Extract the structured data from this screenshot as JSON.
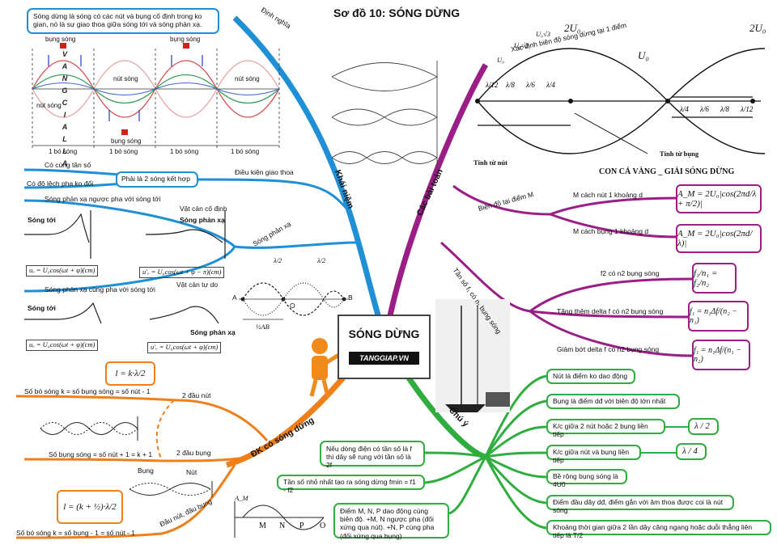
{
  "title": "Sơ đồ 10: SÓNG DỪNG",
  "center": {
    "title": "SÓNG DỪNG",
    "logo": "TANGGIAP.VN"
  },
  "branches": {
    "khai_niem": "Khái niệm",
    "cac_bai_toan": "Các bài toán",
    "chu_y": "Chú ý",
    "dk": "ĐK có sóng dừng"
  },
  "khai_niem": {
    "dinh_nghia": "Định nghĩa",
    "definition": "Sóng dừng là sóng có các nút và bụng cố định trong ko gian, nó là sự giao thoa giữa sóng tới và sóng phản xạ.",
    "bung_song": "bụng sóng",
    "nut_song": "nút sóng",
    "mot_bo_song": "1 bó sóng",
    "vertical_letters": [
      "V",
      "A",
      "N",
      "G",
      "C",
      "I",
      "A",
      "L",
      "L",
      "A"
    ],
    "dieu_kien": "Điều kiện giao thoa",
    "co_cung_tan_so": "Có cùng tần số",
    "co_do_lech": "Có độ lệch pha ko đổi",
    "phai_la_2_song": "Phải là 2 sóng kết hợp",
    "song_phan_xa": "Sóng phản xạ",
    "nguoc_pha": "Sóng phản xạ ngược pha với sóng tới",
    "vat_can_co_dinh": "Vật cản cố định",
    "cung_pha": "Sóng phản xạ cùng pha với sóng tới",
    "vat_can_tu_do": "Vật cản tự do",
    "song_toi": "Sóng tới",
    "song_phan_xa_lbl": "Sóng phản xạ",
    "eq1": "uₒ = U₀cos(ωt + φ)(cm)",
    "eq2": "u'ₒ = U₀cos(ωt + φ − π)(cm)",
    "eq3": "uₒ = U₀cos(ωt + φ)(cm)",
    "eq4": "u'ₒ = U₀cos(ωt + φ)(cm)",
    "lambda2": "λ/2",
    "half_ab": "½AB",
    "pts": [
      "A",
      "O",
      "B"
    ]
  },
  "cac_bai_toan": {
    "xac_dinh": "Xác định biên độ sóng dừng tại 1 điểm",
    "u_labels": [
      "2U₀",
      "U₀√3",
      "U₀√2",
      "U₀",
      "U₀"
    ],
    "fractions_left": [
      "λ/12",
      "λ/8",
      "λ/6",
      "λ/4"
    ],
    "fractions_right": [
      "λ/4",
      "λ/6",
      "λ/8",
      "λ/12"
    ],
    "tinh_tu_nut": "Tính từ nút",
    "tinh_tu_bung": "Tính từ bụng",
    "con_ca_vang": "CON CÁ VÀNG _ GIẢI SÓNG DỪNG",
    "bien_do": "Biên độ tại điểm M",
    "m_cach_nut": "M cách nút 1 khoảng d",
    "m_cach_bung": "M cách bụng 1 khoảng d",
    "f_am1": "A_M = 2U₀|cos(2πd/λ + π/2)|",
    "f_am2": "A_M = 2U₀|cos(2πd/λ)|",
    "tan_so": "Tần số f₁ có n₁ bụng sóng",
    "f2_n2": "f2 có n2 bụng sóng",
    "tang_them": "Tăng thêm delta f có n2 bụng sóng",
    "giam_bot": "Giảm bớt delta f có n2 bụng sóng",
    "f_ratio": "f₁/n₁ = f₂/n₂",
    "f_inc": "f₁ = n₁Δf/(n₂ − n₁)",
    "f_dec": "f₁ = n₁Δf/(n₁ − n₂)"
  },
  "chu_y": {
    "items": [
      "Nút là điểm ko dao động",
      "Bụng là điểm dđ với biên độ lớn nhất",
      "K/c giữa 2 nút hoặc 2 bụng liền tiếp",
      "K/c giữa nút và bụng liền tiếp",
      "Bề rộng bụng sóng là 4U0",
      "Điểm đầu dây dđ, điểm gắn với âm thoa được coi là nút sóng",
      "Khoảng thời gian giữa 2 lần dây căng ngang hoặc duỗi thẳng liên tiếp là T/2"
    ],
    "lam2": "λ / 2",
    "lam4": "λ / 4",
    "left_items": [
      "Nếu dòng điện có tần số là f thì dây sẽ rung với tần số là 2f",
      "Tần số nhỏ nhất tạo ra sóng dừng fmin = f1 - f2",
      "Điểm M, N, P dao động cùng biên độ. +M, N ngược pha (đối xứng qua nút). +N, P cùng pha (đối xứng qua bụng)"
    ]
  },
  "dk": {
    "hai_dau_nut": "2 đầu nút",
    "so_bo_song": "Số bó sóng k = số bụng sóng = số nút - 1",
    "so_bung": "Số bụng sóng = số nút + 1 = k + 1",
    "hai_dau_bung": "2 đầu bụng",
    "dau_nut_dau_bung": "Đầu nút, đầu bụng",
    "so_bo_song2": "Số bó sóng k = số bụng - 1 = số nút - 1",
    "f_l1": "l = k·λ/2",
    "f_l2": "l = (k + ½)·λ/2",
    "bung": "Bụng",
    "nut": "Nút",
    "pts_mnpo": [
      "M",
      "N",
      "P",
      "O"
    ],
    "am": "A_M"
  },
  "colors": {
    "blue": "#1f8fd6",
    "purple": "#9b1d86",
    "green": "#2fae3f",
    "orange": "#f07f1a"
  }
}
